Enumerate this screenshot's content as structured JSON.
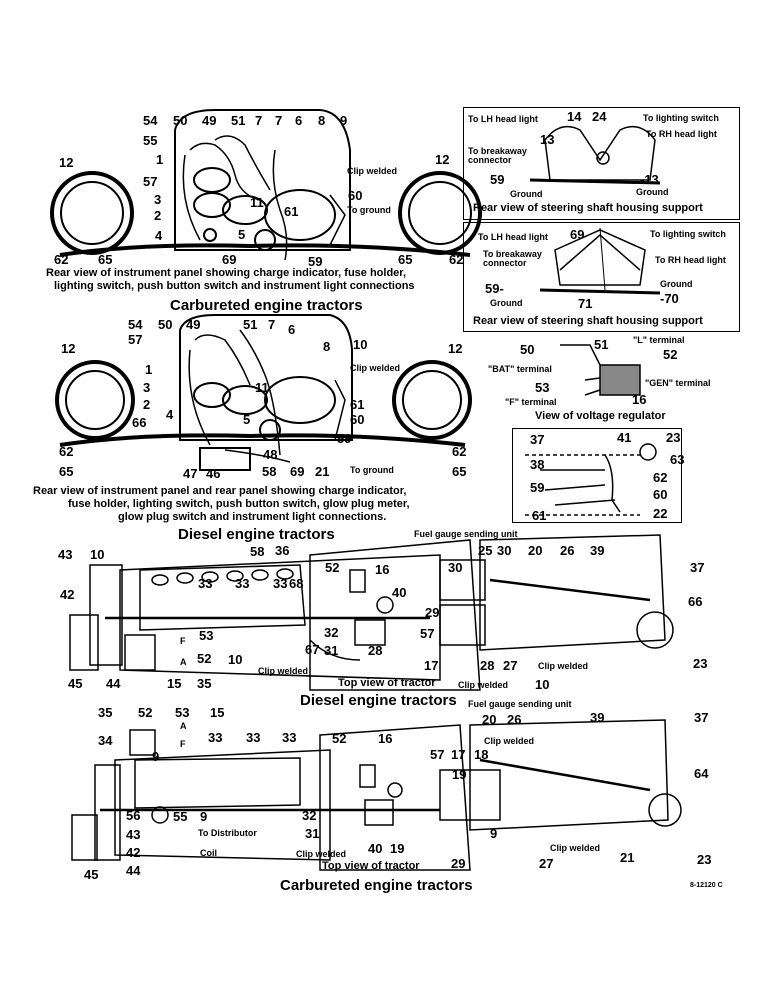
{
  "panel1": {
    "nums": [
      "54",
      "50",
      "49",
      "51",
      "7",
      "7",
      "6",
      "8",
      "9",
      "55",
      "1",
      "12",
      "12",
      "57",
      "3",
      "2",
      "11",
      "61",
      "5",
      "4",
      "62",
      "65",
      "69",
      "59",
      "65",
      "62",
      "60"
    ],
    "clip": "Clip welded",
    "ground": "To ground",
    "caption1": "Rear view of instrument panel showing charge indicator, fuse holder,",
    "caption2": "lighting switch, push button switch and instrument light connections",
    "heading": "Carbureted engine tractors"
  },
  "inset1": {
    "lh": "To LH head light",
    "n14": "14",
    "n24": "24",
    "to_light": "To lighting switch",
    "rh": "To RH head light",
    "n13a": "13",
    "breakaway": "To breakaway connector",
    "n59": "59",
    "n13b": "-13",
    "ground1": "Ground",
    "ground2": "Ground",
    "caption": "Rear view of steering shaft housing support"
  },
  "inset2": {
    "lh": "To LH head light",
    "n69": "69",
    "to_light": "To lighting switch",
    "breakaway": "To breakaway connector",
    "rh": "To RH head light",
    "n59": "59-",
    "ground1": "Ground",
    "n71": "71",
    "ground2": "Ground",
    "n70": "-70",
    "caption": "Rear view of steering shaft housing support"
  },
  "panel2": {
    "nums": [
      "54",
      "50",
      "49",
      "51",
      "7",
      "6",
      "57",
      "8",
      "10",
      "12",
      "12",
      "1",
      "3",
      "11",
      "2",
      "61",
      "60",
      "4",
      "66",
      "5",
      "59",
      "62",
      "62",
      "65",
      "65",
      "48",
      "47",
      "46",
      "58",
      "69",
      "21"
    ],
    "clip": "Clip welded",
    "ground": "To ground",
    "caption1": "Rear view of instrument panel and rear panel showing charge indicator,",
    "caption2": "fuse holder, lighting switch, push button switch, glow plug meter,",
    "caption3": "glow plug switch and instrument light connections.",
    "heading": "Diesel engine tractors"
  },
  "regulator": {
    "n50": "50",
    "n51": "51",
    "l_term": "\"L\" terminal",
    "n52": "52",
    "bat": "\"BAT\" terminal",
    "gen": "\"GEN\" terminal",
    "n53": "53",
    "f_term": "\"F\" terminal",
    "n16": "16",
    "caption": "View of voltage regulator"
  },
  "inset3": {
    "nums": [
      "37",
      "41",
      "23",
      "38",
      "63",
      "62",
      "59",
      "60",
      "61",
      "22"
    ]
  },
  "diesel_top": {
    "fuel": "Fuel gauge sending unit",
    "nums": [
      "58",
      "36",
      "43",
      "10",
      "33",
      "33",
      "33",
      "68",
      "25",
      "30",
      "20",
      "26",
      "39",
      "52",
      "16",
      "30",
      "37",
      "42",
      "40",
      "29",
      "66",
      "53",
      "57",
      "32",
      "F",
      "31",
      "28",
      "28",
      "27",
      "A",
      "52",
      "10",
      "67",
      "23",
      "45",
      "44",
      "15",
      "35",
      "17",
      "10"
    ],
    "clip1": "Clip welded",
    "clip2": "Clip welded",
    "clip3": "Clip welded",
    "top": "Top view of tractor",
    "heading": "Diesel engine tractors"
  },
  "carb_top": {
    "fuel": "Fuel gauge sending unit",
    "nums": [
      "35",
      "52",
      "53",
      "15",
      "A",
      "F",
      "20",
      "26",
      "39",
      "37",
      "34",
      "9",
      "33",
      "33",
      "33",
      "52",
      "16",
      "57",
      "17",
      "18",
      "64",
      "56",
      "55",
      "9",
      "19",
      "32",
      "31",
      "9",
      "43",
      "42",
      "44",
      "45",
      "40",
      "19",
      "29",
      "27",
      "21",
      "23"
    ],
    "clip1": "Clip welded",
    "clip2": "Clip welded",
    "clip3": "Clip welded",
    "distributor": "To Distributor",
    "coil": "Coil",
    "top": "Top view of tractor",
    "heading": "Carbureted engine tractors",
    "ref": "8-12120 C"
  }
}
